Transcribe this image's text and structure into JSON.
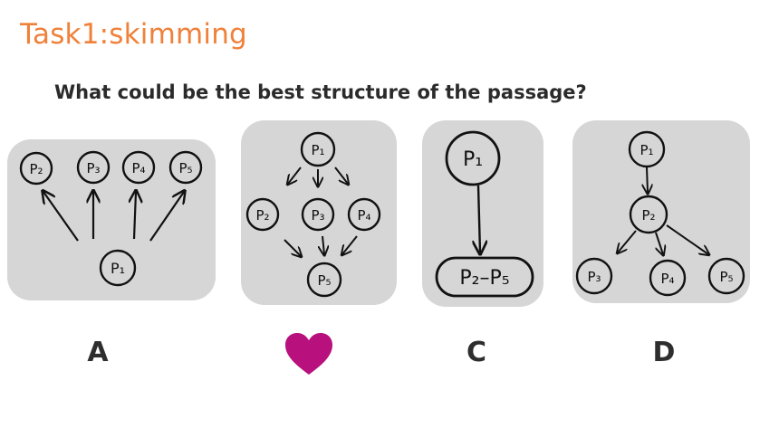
{
  "header": {
    "title": "Task1:skimming",
    "question": "What could be the best structure of the passage?"
  },
  "colors": {
    "title": "#f0813a",
    "heart": "#b8107c",
    "card_bg": "#d6d6d6"
  },
  "options": [
    {
      "letter": "A",
      "nodes": [
        "P₂",
        "P₃",
        "P₄",
        "P₅",
        "P₁"
      ]
    },
    {
      "letter": "",
      "marker": "heart-icon",
      "nodes": [
        "P₁",
        "P₂",
        "P₃",
        "P₄",
        "P₅"
      ]
    },
    {
      "letter": "C",
      "nodes": [
        "P₁",
        "P₂–P₅"
      ]
    },
    {
      "letter": "D",
      "nodes": [
        "P₁",
        "P₂",
        "P₃",
        "P₄",
        "P₅"
      ]
    }
  ]
}
